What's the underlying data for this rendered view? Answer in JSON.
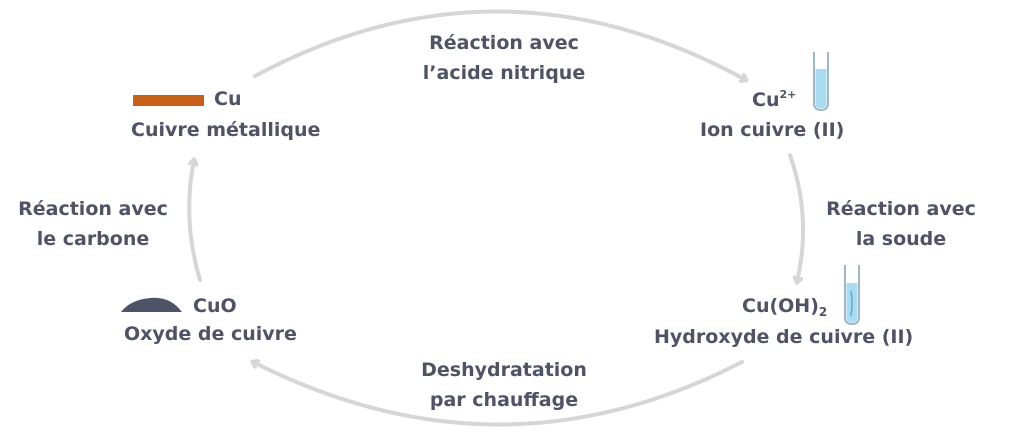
{
  "nodes": {
    "cu": {
      "formula": "Cu",
      "name": "Cuivre métallique"
    },
    "cu2": {
      "formula_base": "Cu",
      "formula_sup": "2+",
      "name": "Ion cuivre (II)"
    },
    "cuoh2": {
      "formula_base": "Cu(OH)",
      "formula_sub": "2",
      "name": "Hydroxyde de cuivre (II)"
    },
    "cuo": {
      "formula": "CuO",
      "name": "Oxyde de cuivre"
    }
  },
  "edges": {
    "nitric": {
      "line1": "Réaction avec",
      "line2": "l’acide nitrique"
    },
    "soude": {
      "line1": "Réaction avec",
      "line2": "la soude"
    },
    "dehydration": {
      "line1": "Deshydratation",
      "line2": "par chauffage"
    },
    "carbone": {
      "line1": "Réaction avec",
      "line2": "le carbone"
    }
  },
  "colors": {
    "arrow": "#d6d6d6",
    "text": "#4f5366",
    "copper": "#c8601a",
    "solution": "#a9dcf0",
    "cuo": "#4f5366"
  }
}
